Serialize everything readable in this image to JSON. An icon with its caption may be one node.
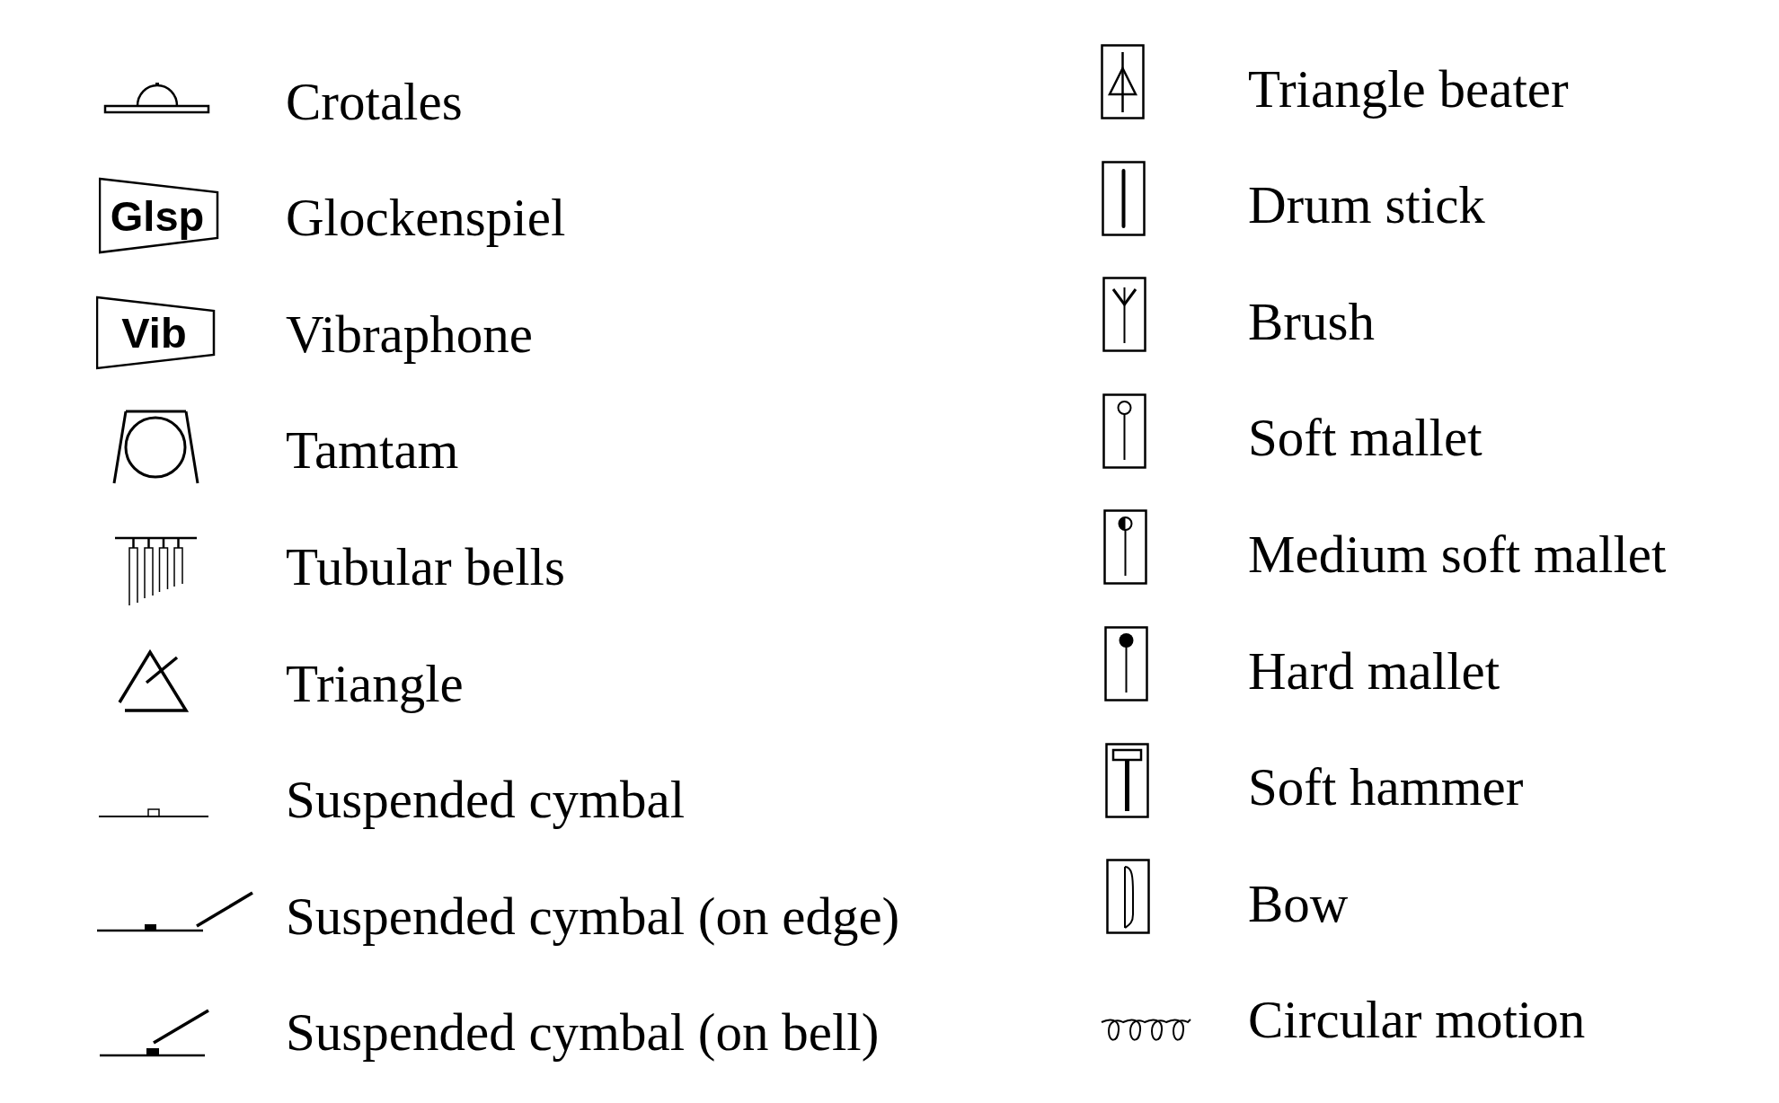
{
  "diagram": {
    "labels": [
      "Glsp",
      "Vib"
    ],
    "legend": [
      {
        "text": "Crotales"
      },
      {
        "text": "Glockenspiel"
      },
      {
        "text": "Vibraphone"
      },
      {
        "text": "Tamtam"
      },
      {
        "text": "Tubular bells"
      },
      {
        "text": "Triangle"
      },
      {
        "text": "Suspended cymbal"
      },
      {
        "text": "Suspended cymbal (on edge)"
      },
      {
        "text": "Suspended cymbal (on bell)"
      },
      {
        "text": "Triangle beater"
      },
      {
        "text": "Drum stick"
      },
      {
        "text": "Brush"
      },
      {
        "text": "Soft mallet"
      },
      {
        "text": "Medium soft mallet"
      },
      {
        "text": "Hard mallet"
      },
      {
        "text": "Soft hammer"
      },
      {
        "text": "Bow"
      },
      {
        "text": "Circular motion"
      }
    ]
  }
}
